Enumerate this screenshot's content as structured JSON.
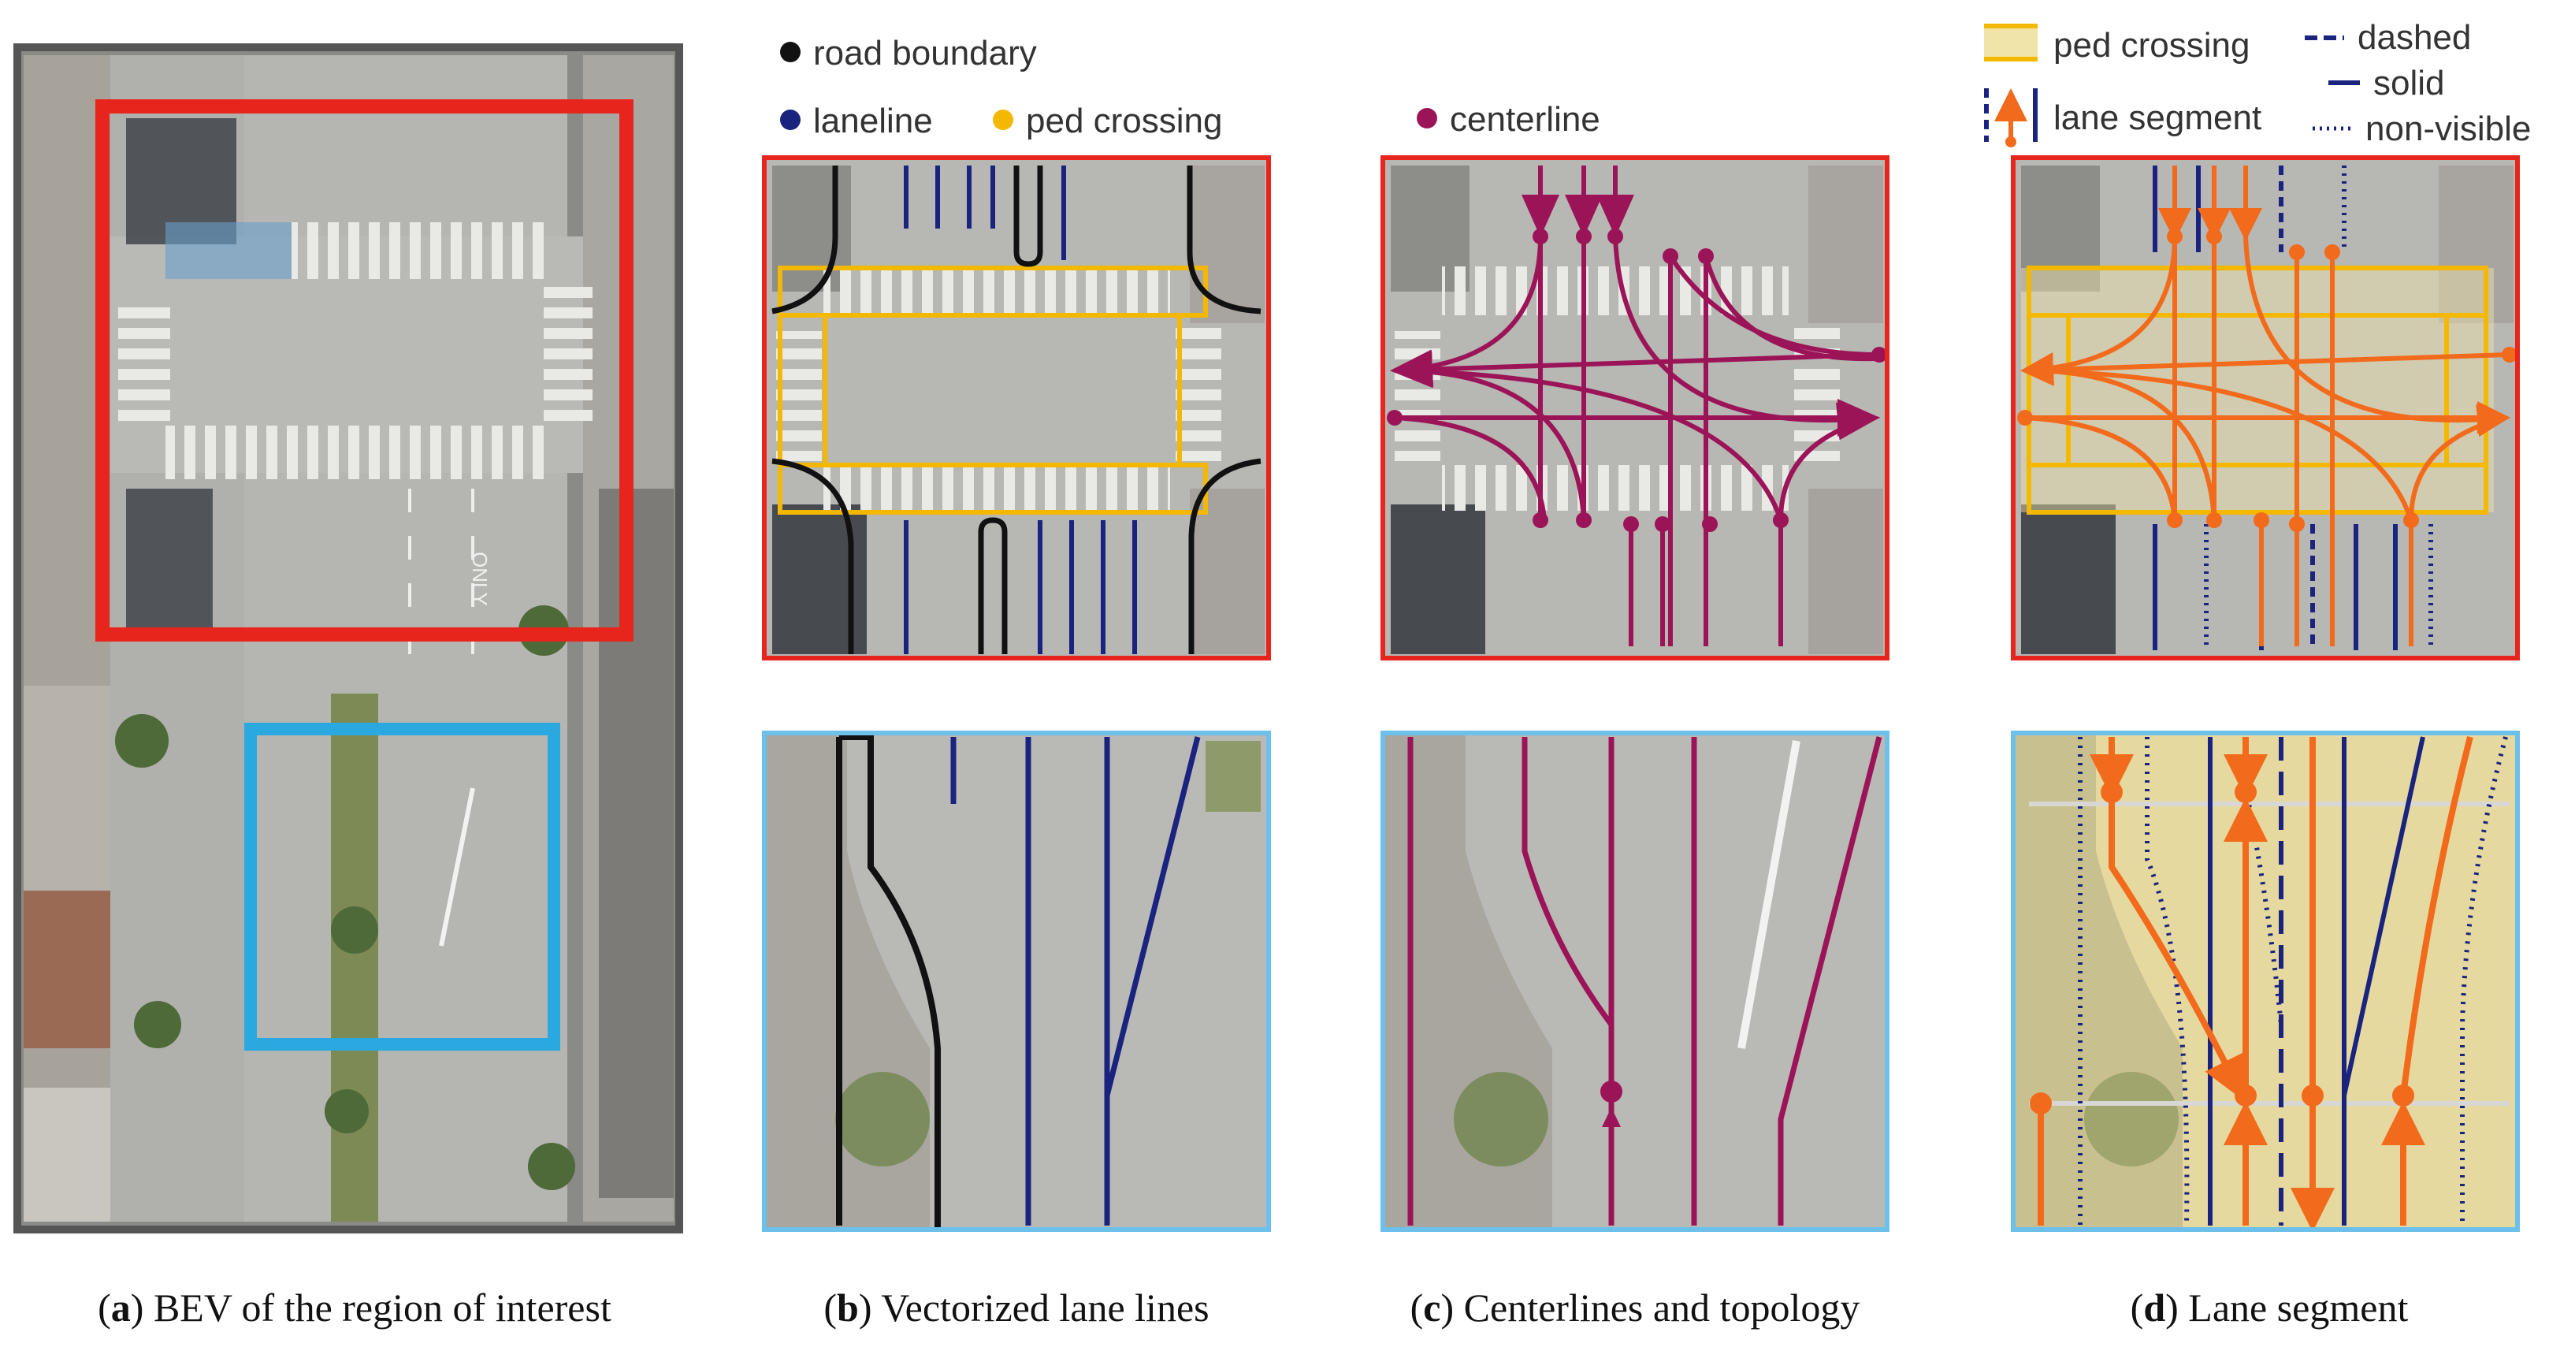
{
  "colors": {
    "road_boundary": "#111111",
    "laneline": "#1a237e",
    "ped_crossing": "#f5b800",
    "centerline": "#9c1458",
    "lane_segment": "#f26a1b",
    "red_box": "#e8251c",
    "blue_box": "#2aa8e0",
    "frame": "#555555"
  },
  "legend": {
    "road_boundary": "road boundary",
    "laneline": "laneline",
    "ped_crossing": "ped crossing",
    "centerline": "centerline",
    "ped_crossing_d": "ped crossing",
    "lane_segment": "lane segment",
    "dashed": "dashed",
    "solid": "solid",
    "non_visible": "non-visible"
  },
  "captions": {
    "a": {
      "letter": "a",
      "text": "BEV of the region of interest"
    },
    "b": {
      "letter": "b",
      "text": "Vectorized lane lines"
    },
    "c": {
      "letter": "c",
      "text": "Centerlines and topology"
    },
    "d": {
      "letter": "d",
      "text": "Lane segment"
    }
  },
  "road_marking": "ONLY"
}
